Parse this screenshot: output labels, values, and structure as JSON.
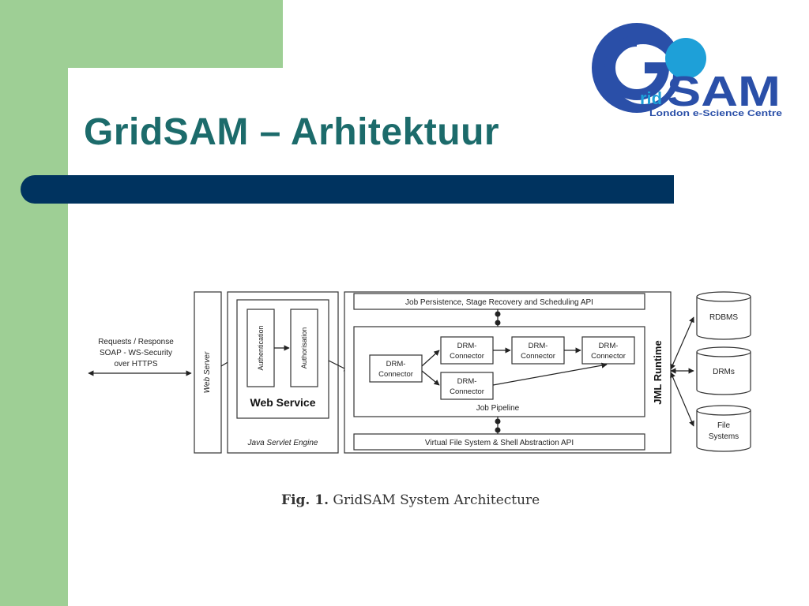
{
  "slide": {
    "title": "GridSAM – Arhitektuur",
    "colors": {
      "title": "#1c6b6b",
      "bar": "#00335f",
      "sidebar": "#9ecf95",
      "logo_blue": "#2a4fa8"
    }
  },
  "logo": {
    "text": "GridSAM",
    "subtitle": "London e-Science Centre"
  },
  "diagram": {
    "client": {
      "line1": "Requests / Response",
      "line2": "SOAP - WS-Security",
      "line3": "over HTTPS"
    },
    "web_server": "Web Server",
    "authentication": "Authentication",
    "authorisation": "Authorisation",
    "web_service": "Web Service",
    "servlet_engine": "Java Servlet Engine",
    "job_persistence": "Job Persistence, Stage Recovery and Scheduling API",
    "drm_connector": {
      "line1": "DRM-",
      "line2": "Connector"
    },
    "job_pipeline": "Job Pipeline",
    "jml_runtime": "JML Runtime",
    "virtual_fs": "Virtual File System & Shell Abstraction API",
    "rdbms": "RDBMS",
    "drms": "DRMs",
    "file_systems": {
      "line1": "File",
      "line2": "Systems"
    }
  },
  "caption": {
    "label": "Fig. 1.",
    "text": "GridSAM System Architecture"
  }
}
